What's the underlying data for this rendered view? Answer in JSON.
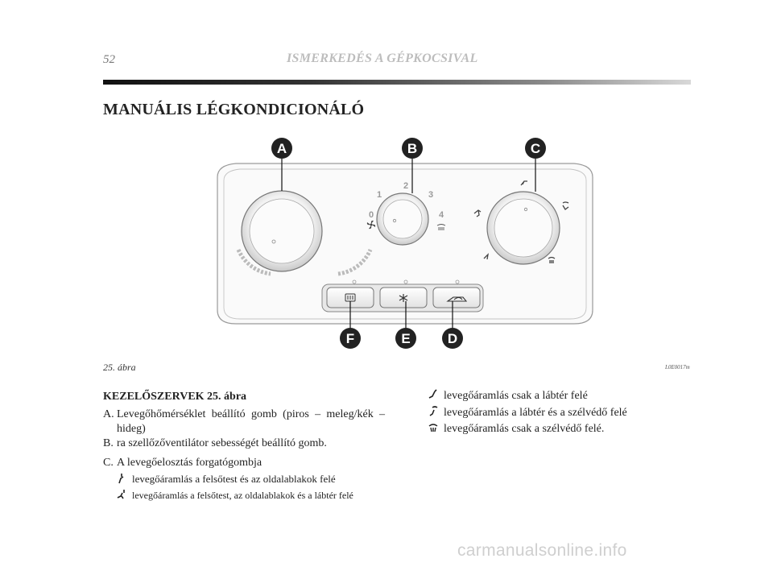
{
  "header": {
    "page_number": "52",
    "running_title": "ISMERKEDÉS A GÉPKOCSIVAL"
  },
  "section_title": "MANUÁLIS LÉGKONDICIONÁLÓ",
  "figure": {
    "callouts": {
      "a": "A",
      "b": "B",
      "c": "C",
      "d": "D",
      "e": "E",
      "f": "F"
    },
    "fan_speeds": {
      "s0": "0",
      "s1": "1",
      "s2": "2",
      "s3": "3",
      "s4": "4"
    },
    "caption": "25. ábra",
    "code": "L0E0017m"
  },
  "controls": {
    "heading": "KEZELŐSZERVEK 25. ábra",
    "a": {
      "letter": "A.",
      "text": "Levegőhőmérséklet beállító gomb (piros – meleg/kék – hideg)"
    },
    "b": {
      "letter": "B.",
      "text": "ra szellőzőventilátor sebességét beállító gomb."
    },
    "c": {
      "letter": "C.",
      "text": "A levegőelosztás forgatógombja"
    },
    "c_opt1": {
      "icon": "face-vent-icon",
      "text": "levegőáramlás a felsőtest és az oldalablakok felé"
    },
    "c_opt2": {
      "icon": "face-feet-vent-icon",
      "text": "levegőáramlás a felsőtest, az oldalablakok és a lábtér felé"
    },
    "c_opt3": {
      "icon": "feet-vent-icon",
      "text": "levegőáramlás csak a lábtér felé"
    },
    "c_opt4": {
      "icon": "feet-windscreen-icon",
      "text": "levegőáramlás a lábtér és a szélvédő felé"
    },
    "c_opt5": {
      "icon": "windscreen-defrost-icon",
      "text": "levegőáramlás csak a szélvédő felé."
    }
  },
  "watermark": "carmanualsonline.info"
}
